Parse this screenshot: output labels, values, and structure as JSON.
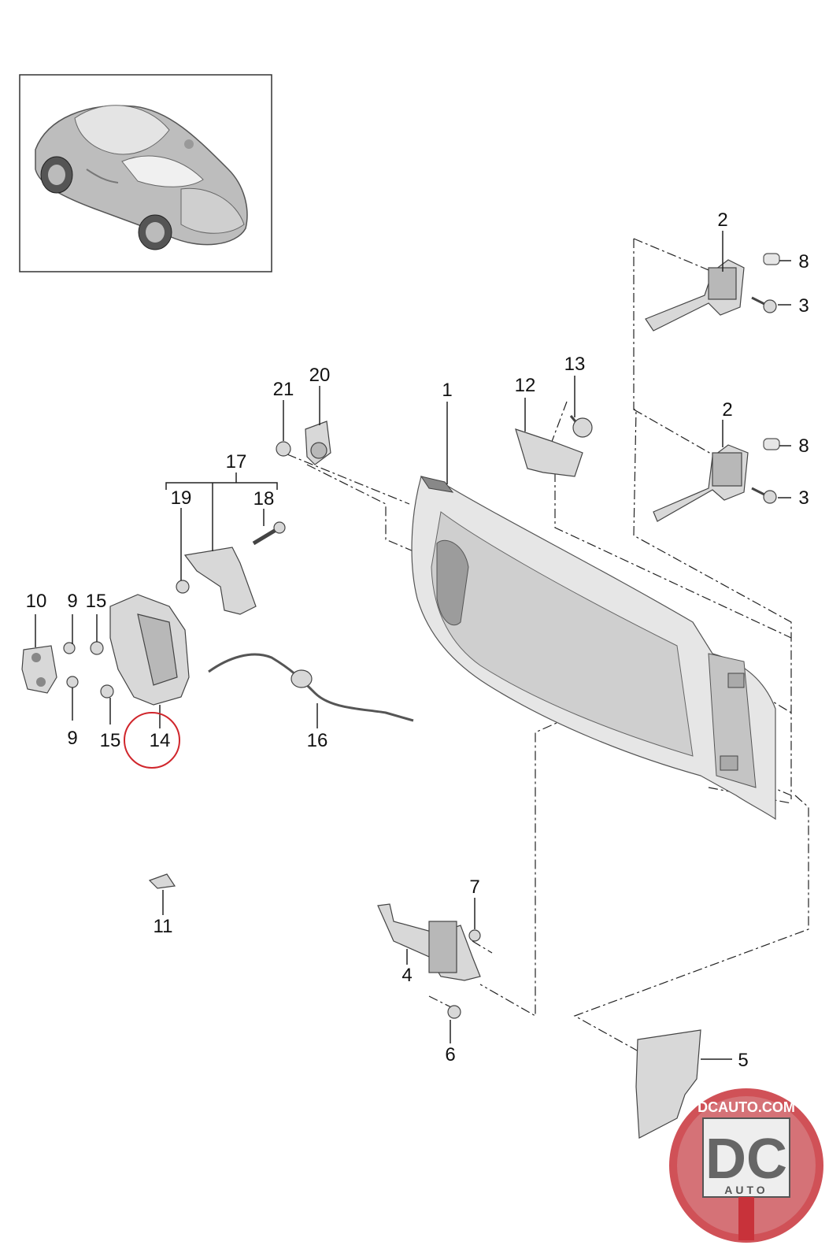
{
  "callouts": {
    "p1": "1",
    "p2a": "2",
    "p2b": "2",
    "p3a": "3",
    "p3b": "3",
    "p4": "4",
    "p5": "5",
    "p6": "6",
    "p7": "7",
    "p8a": "8",
    "p8b": "8",
    "p9a": "9",
    "p9b": "9",
    "p10": "10",
    "p11": "11",
    "p12": "12",
    "p13": "13",
    "p14": "14",
    "p15a": "15",
    "p15b": "15",
    "p16": "16",
    "p17": "17",
    "p18": "18",
    "p19": "19",
    "p20": "20",
    "p21": "21"
  },
  "highlight": {
    "part": "14",
    "color": "#d0262c"
  },
  "watermark": {
    "site": "DCAUTO.COM",
    "mark": "DC",
    "sub": "AUTO",
    "accent": "#c8323a"
  },
  "colors": {
    "line": "#222222",
    "part_fill": "#d8d8d8"
  }
}
